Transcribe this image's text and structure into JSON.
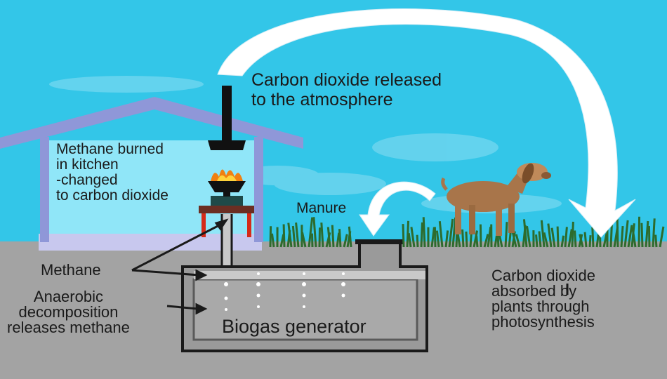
{
  "labels": {
    "co2_released": [
      "Carbon dioxide released",
      "to the atmosphere"
    ],
    "methane_burned": [
      "Methane burned",
      "in kitchen",
      "-changed",
      "to carbon dioxide"
    ],
    "manure": "Manure",
    "methane": "Methane",
    "anaerobic": [
      "Anaerobic",
      "decomposition",
      "releases methane"
    ],
    "biogas_generator": "Biogas generator",
    "co2_absorbed": [
      "Carbon dioxide",
      "absorbed by",
      "plants through",
      "photosynthesis"
    ]
  },
  "colors": {
    "sky": "#33c6e8",
    "ground": "#a3a3a3",
    "roof": "#8f97d8",
    "house_wall": "#90e6f8",
    "arrow": "#ffffff",
    "tank_fill": "#9a9a9a",
    "tank_inner": "#bdbdbd",
    "tank_border": "#1a1a1a",
    "grass": "#2d6b2d",
    "goat": "#a8754a",
    "flame": "#f08010",
    "stand": "#d42a18",
    "chimney": "#111111"
  },
  "icons": [
    "curved-arrow-icon",
    "chimney-icon",
    "flame-icon",
    "goat-icon",
    "grass-icon",
    "bubble-icon"
  ]
}
